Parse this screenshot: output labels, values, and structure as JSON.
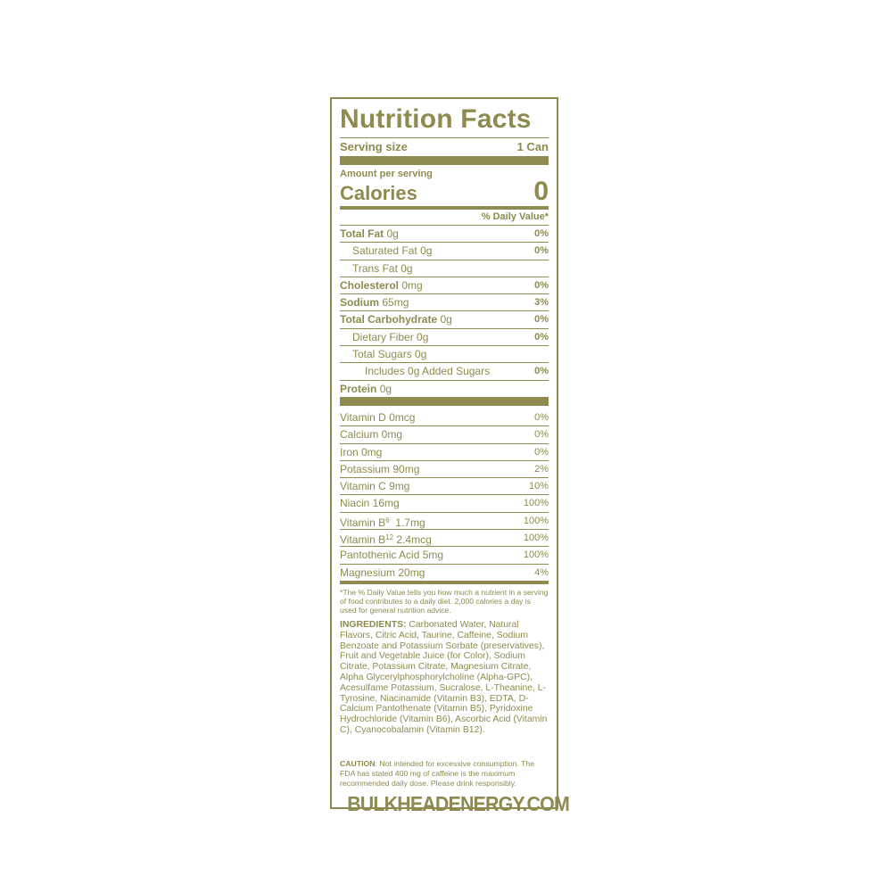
{
  "label": {
    "title": "Nutrition Facts",
    "serving_size_label": "Serving size",
    "serving_size_value": "1 Can",
    "amount_per_serving": "Amount per serving",
    "calories_label": "Calories",
    "calories_value": "0",
    "daily_value_header": "% Daily Value*",
    "nutrients": [
      {
        "name": "Total Fat",
        "amount": "0g",
        "dv": "0%"
      },
      {
        "name": "Saturated Fat",
        "amount": "0g",
        "dv": "0%"
      },
      {
        "name": "Trans Fat",
        "amount": "0g",
        "dv": ""
      },
      {
        "name": "Cholesterol",
        "amount": "0mg",
        "dv": "0%"
      },
      {
        "name": "Sodium",
        "amount": "65mg",
        "dv": "3%"
      },
      {
        "name": "Total Carbohydrate",
        "amount": "0g",
        "dv": "0%"
      },
      {
        "name": "Dietary Fiber",
        "amount": "0g",
        "dv": "0%"
      },
      {
        "name": "Total Sugars",
        "amount": "0g",
        "dv": ""
      },
      {
        "name": "Includes 0g Added Sugars",
        "amount": "",
        "dv": "0%"
      },
      {
        "name": "Protein",
        "amount": "0g",
        "dv": ""
      }
    ],
    "vitamins": [
      {
        "text": "Vitamin D 0mcg",
        "dv": "0%"
      },
      {
        "text": "Calcium 0mg",
        "dv": "0%"
      },
      {
        "text": "Iron 0mg",
        "dv": "0%"
      },
      {
        "text": "Potassium 90mg",
        "dv": "2%"
      },
      {
        "text": "Vitamin C 9mg",
        "dv": "10%"
      },
      {
        "text": "Niacin 16mg",
        "dv": "100%"
      },
      {
        "text": "Vitamin B",
        "sup": "6",
        "amount": "1.7mg",
        "dv": "100%"
      },
      {
        "text": "Vitamin B",
        "sup": "12",
        "amount": "2.4mcg",
        "dv": "100%"
      },
      {
        "text": "Pantothenic Acid 5mg",
        "dv": "100%"
      },
      {
        "text": "Magnesium 20mg",
        "dv": "4%"
      }
    ],
    "footnote": "*The % Daily Value tells you how much a nutrient in a serving of food contributes to a daily diet. 2,000 calories a day is used for general nutrition advice.",
    "ingredients_label": "INGREDIENTS:",
    "ingredients_text": "Carbonated Water, Natural Flavors, Citric Acid, Taurine, Caffeine, Sodium Benzoate and Potassium Sorbate (preservatives), Fruit and Vegetable Juice (for Color), Sodium Citrate, Potassium Citrate, Magnesium Citrate, Alpha Glycerylphosphorylcholine (Alpha-GPC), Acesulfame Potassium, Sucralose, L-Theanine, L-Tyrosine, Niacinamide (Vitamin B3), EDTA, D-Calcium Pantothenate (Vitamin B5), Pyridoxine Hydrochloride (Vitamin B6), Ascorbic Acid (Vitamin C), Cyanocobalamin (Vitamin B12).",
    "caution_label": "CAUTION",
    "caution_text": ": Not intended for excessive consumption. The FDA has stated 400 mg of caffeine is the maximum recommended daily dose. Please drink responsibly.",
    "website": "BULKHEADENERGY.COM",
    "colors": {
      "ink": "#8f8a4f",
      "background": "#ffffff"
    }
  }
}
